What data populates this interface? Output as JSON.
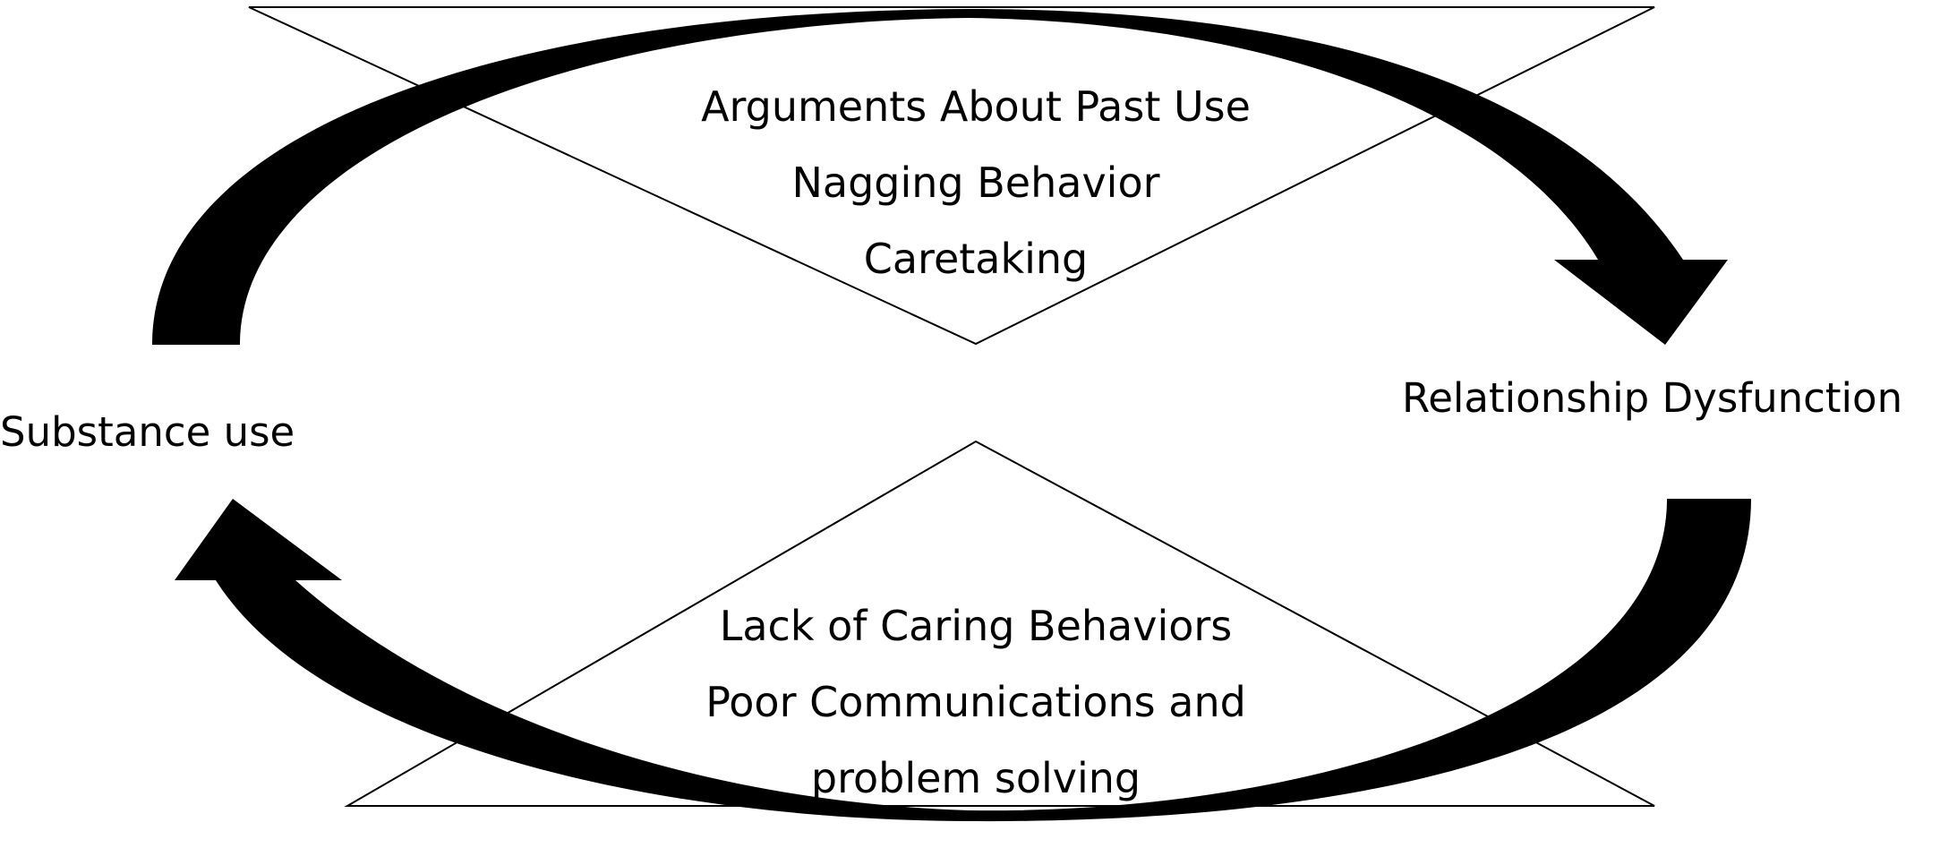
{
  "nodes": {
    "left": {
      "label": "Substance use"
    },
    "right": {
      "label": "Relationship Dysfunction"
    }
  },
  "top_triangle": {
    "lines": [
      "Arguments About Past Use",
      "Nagging Behavior",
      "Caretaking"
    ]
  },
  "bottom_triangle": {
    "lines": [
      "Lack of Caring Behaviors",
      "Poor Communications and",
      "problem solving"
    ]
  },
  "colors": {
    "arrow": "#000000",
    "stroke": "#000000",
    "background": "#ffffff"
  }
}
